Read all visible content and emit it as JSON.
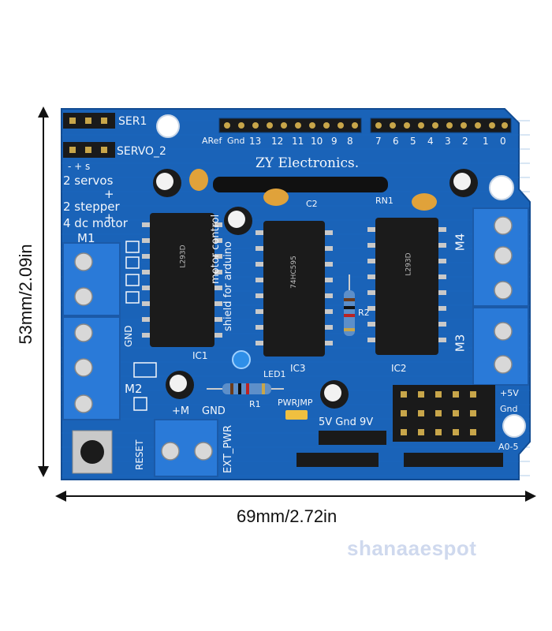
{
  "dimensions": {
    "height_label": "53mm/2.09in",
    "width_label": "69mm/2.72in"
  },
  "board": {
    "brand": "ZY Electronics.",
    "vertical_text": [
      "motor control",
      "shield for arduino"
    ],
    "capability_lines": [
      "- + s",
      "2   servos",
      "+",
      "2   stepper",
      "+",
      "4   dc motor"
    ],
    "header_labels": {
      "ser1": "SER1",
      "servo2": "SERVO_2",
      "aref": "ARef",
      "gnd": "Gnd",
      "pins": [
        "13",
        "12",
        "11",
        "10",
        "9",
        "8",
        "7",
        "6",
        "5",
        "4",
        "3",
        "2",
        "1",
        "0"
      ]
    },
    "motor_labels": [
      "M1",
      "M2",
      "M3",
      "M4"
    ],
    "chip_labels": [
      "IC1",
      "IC2",
      "IC3"
    ],
    "component_labels": {
      "c2": "C2",
      "rn1": "RN1",
      "r1": "R1",
      "r2": "R2",
      "led1": "LED1",
      "pwrjmp": "PWRJMP",
      "ext_pwr": "EXT_PWR",
      "plus_m": "+M",
      "gnd": "GND",
      "gnd_left": "GND",
      "reset": "RESET",
      "power_row": "5V  Gnd  9V",
      "plus5v": "+5V",
      "gnd_right": "Gnd",
      "a0_5": "A0-5"
    },
    "chip_marking": {
      "l293": "L293D",
      "shift": "74HC595"
    }
  },
  "watermark": "shanaaespot",
  "colors": {
    "pcb": "#1a63b8",
    "terminal": "#2a7ad8",
    "chip": "#1b1b1b",
    "silk": "#f4f7fb"
  }
}
